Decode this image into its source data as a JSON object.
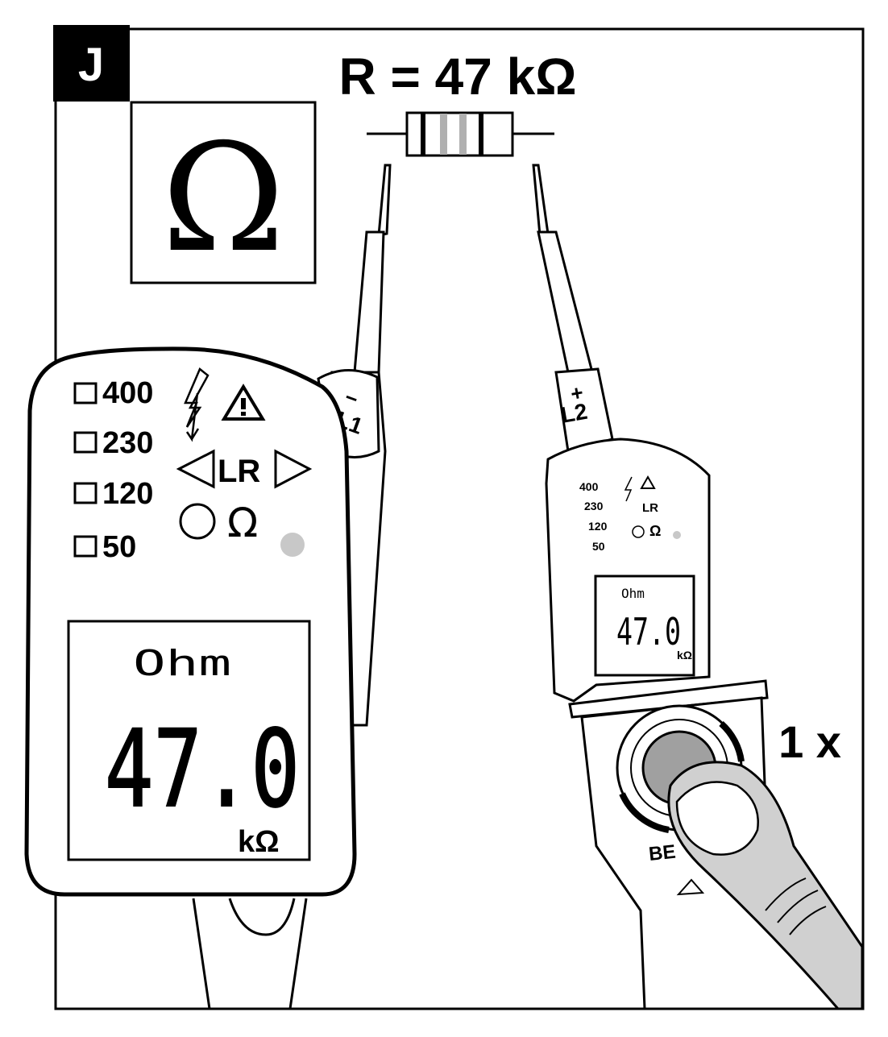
{
  "panel": {
    "letter": "J"
  },
  "header": {
    "equation": "R = 47 kΩ"
  },
  "mode_box": {
    "symbol": "Ω"
  },
  "probes": {
    "left_label": "L1",
    "left_sign": "−",
    "right_label": "L2",
    "right_sign": "+"
  },
  "voltage_leds": [
    "400",
    "230",
    "120",
    "50"
  ],
  "indicators": {
    "rotation_label": "LR",
    "ohm_symbol": "Ω"
  },
  "display": {
    "mode_text": "Ohm",
    "value": "47.0",
    "unit": "kΩ"
  },
  "button_press": {
    "count_label": "1 x"
  },
  "brand": {
    "partial": "BE"
  },
  "colors": {
    "led_off": "#c8c8c8",
    "button": "#a0a0a0",
    "finger": "#d0d0d0",
    "resistor_bands": "#b0b0b0"
  }
}
